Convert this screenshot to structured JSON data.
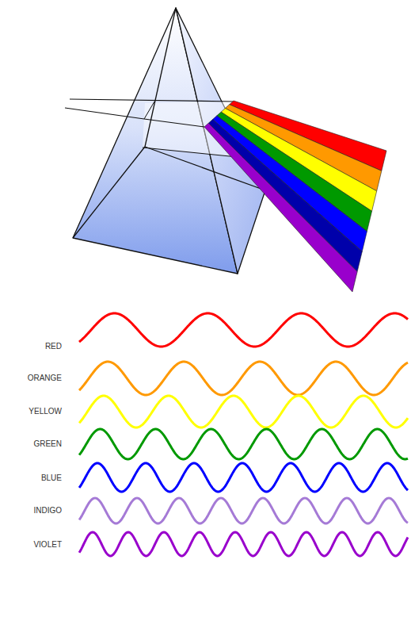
{
  "diagram": {
    "labels": [
      "RED",
      "ORANGE",
      "YELLOW",
      "GREEN",
      "BLUE",
      "INDIGO",
      "VIOLET"
    ]
  }
}
